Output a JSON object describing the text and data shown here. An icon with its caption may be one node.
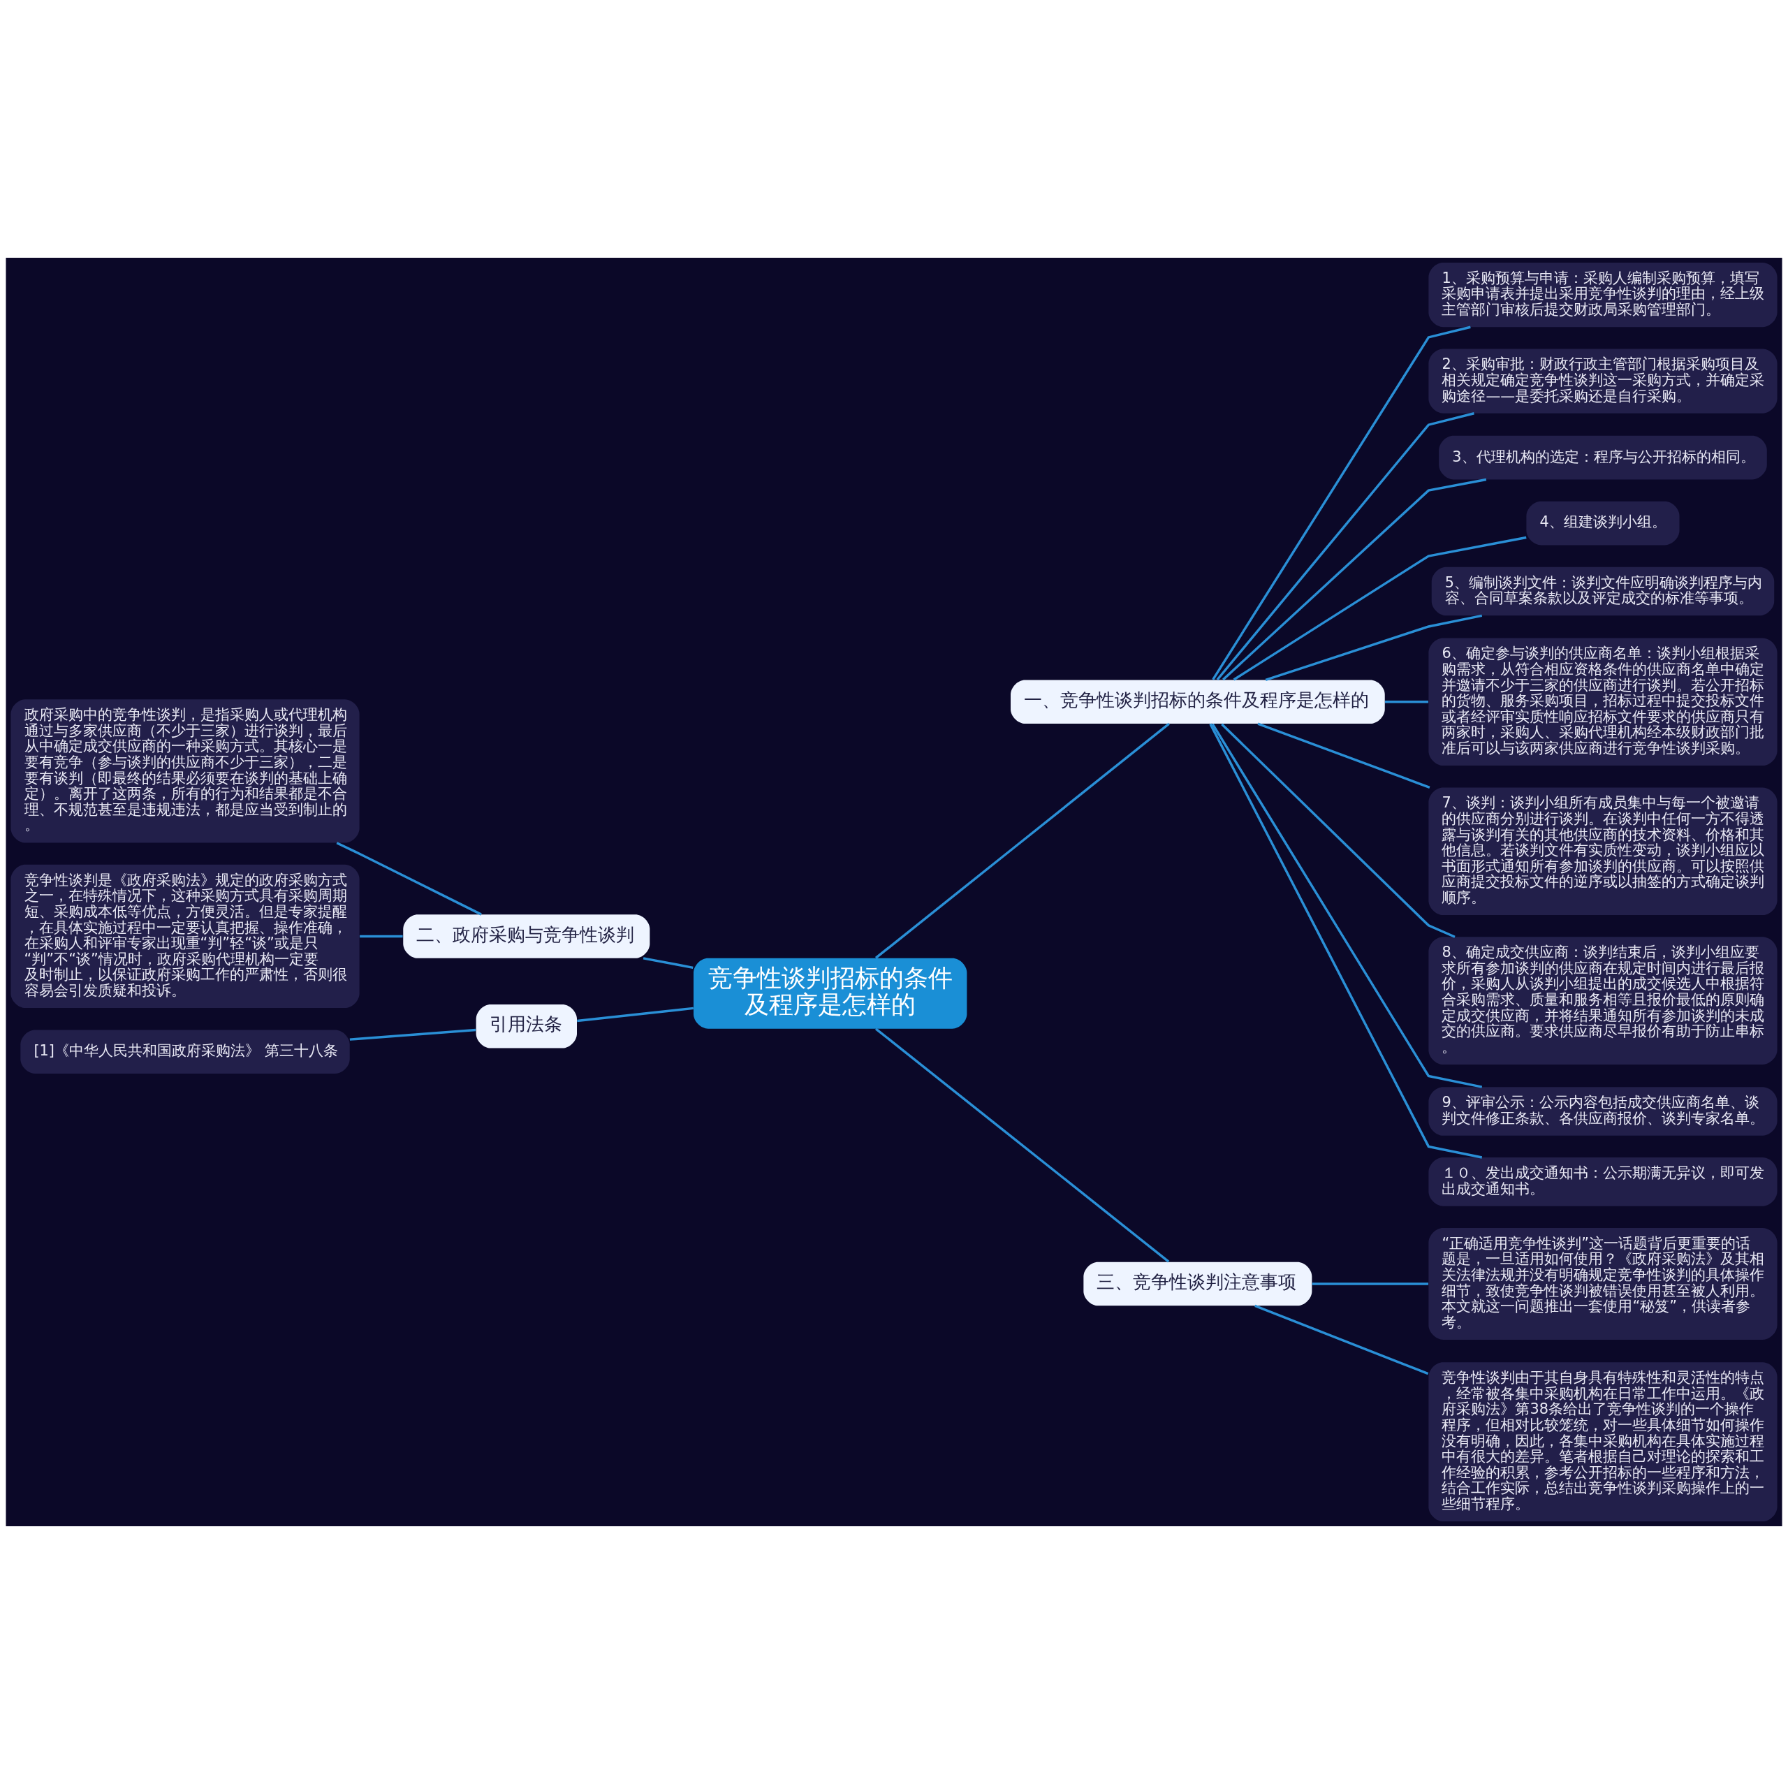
{
  "diagram": {
    "nodes": [
      {
        "text": [
          "竞争性谈判招标的条件及程序是怎样的"
        ]
      },
      {
        "text": [
          "二、政府采购与竞争性谈判"
        ]
      },
      {
        "text": [
          "政府采购中的竞争性谈判，是指采购人或代理机构通过与多家供应商（不少于三家）进行谈判，最后从中确定成交供应商的一种采购方式。其核心一是要有竞争（参与谈判的供应商不少于三家），二是要有谈判（即最终的结果必须要在谈判的基础上确定）。离开了这两条，所有的行为和结果都是不合理、不规范甚至是违规违法，都是应当受到制止的。"
        ]
      },
      {
        "text": [
          "竞争性谈判是《政府采购法》规定的政府采购方式之一，在特殊情况下，这种采购方式具有采购周期短、采购成本低等优点，方便灵活。但是专家提醒，在具体实施过程中一定要认真把握、操作准确，在采购人和评审专家出现重“判”轻“谈”或是只“判”不“谈”情况时，政府采购代理机构一定要及时制止，以保证政府采购工作的严肃性，否则很容易会引发质疑和投诉。"
        ]
      },
      {
        "text": [
          "引用法条"
        ]
      },
      {
        "text": [
          "[1]《中华人民共和国政府采购法》 第三十八条"
        ]
      },
      {
        "text": [
          "一、竞争性谈判招标的条件及程序是怎样的"
        ]
      },
      {
        "text": [
          "1、采购预算与申请：采购人编制采购预算，填写采购申请表并提出采用竞争性谈判的理由，经上级主管部门审核后提交财政局采购管理部门。"
        ]
      },
      {
        "text": [
          "2、采购审批：财政行政主管部门根据采购项目及相关规定确定竞争性谈判这一采购方式，并确定采购途径——是委托采购还是自行采购。"
        ]
      },
      {
        "text": [
          "3、代理机构的选定：程序与公开招标的相同。"
        ]
      },
      {
        "text": [
          "4、组建谈判小组。"
        ]
      },
      {
        "text": [
          "5、编制谈判文件：谈判文件应明确谈判程序与内容、合同草案条款以及评定成交的标准等事项。"
        ]
      },
      {
        "text": [
          "6、确定参与谈判的供应商名单：谈判小组根据采购需求，从符合相应资格条件的供应商名单中确定并邀请不少于三家的供应商进行谈判。若公开招标的货物、服务采购项目，招标过程中提交投标文件或者经评审实质性响应招标文件要求的供应商只有两家时，采购人、采购代理机构经本级财政部门批准后可以与该两家供应商进行竞争性谈判采购。"
        ]
      },
      {
        "text": [
          "7、谈判：谈判小组所有成员集中与每一个被邀请的供应商分别进行谈判。在谈判中任何一方不得透露与谈判有关的其他供应商的技术资料、价格和其他信息。若谈判文件有实质性变动，谈判小组应以书面形式通知所有参加谈判的供应商。可以按照供应商提交投标文件的逆序或以抽签的方式确定谈判顺序。"
        ]
      },
      {
        "text": [
          "8、确定成交供应商：谈判结束后，谈判小组应要求所有参加谈判的供应商在规定时间内进行最后报价，采购人从谈判小组提出的成交候选人中根据符合采购需求、质量和服务相等且报价最低的原则确定成交供应商，并将结果通知所有参加谈判的未成交的供应商。要求供应商尽早报价有助于防止串标。"
        ]
      },
      {
        "text": [
          "9、评审公示：公示内容包括成交供应商名单、谈判文件修正条款、各供应商报价、谈判专家名单。"
        ]
      },
      {
        "text": [
          "１０、发出成交通知书：公示期满无异议，即可发出成交通知书。"
        ]
      },
      {
        "text": [
          "三、竞争性谈判注意事项"
        ]
      },
      {
        "text": [
          "“正确适用竞争性谈判”这一话题背后更重要的话题是，一旦适用如何使用？《政府采购法》及其相关法律法规并没有明确规定竞争性谈判的具体操作细节，致使竞争性谈判被错误使用甚至被人利用。本文就这一问题推出一套使用“秘笈”，供读者参考。"
        ]
      },
      {
        "text": [
          "竞争性谈判由于其自身具有特殊性和灵活性的特点，经常被各集中采购机构在日常工作中运用。《政府采购法》第38条给出了竞争性谈判的一个操作程序，但相对比较笼统，对一些具体细节如何操作没有明确，因此，各集中采购机构在具体实施过程中有很大的差异。笔者根据自己对理论的探索和工作经验的积累，参考公开招标的一些程序和方法，结合工作实际，总结出竞争性谈判采购操作上的一些细节程序。"
        ]
      }
    ],
    "edges": [
      {
        "from": 0,
        "to": 1,
        "arrow": "none"
      },
      {
        "from": 1,
        "to": 2,
        "arrow": "none"
      },
      {
        "from": 1,
        "to": 3,
        "arrow": "none"
      },
      {
        "from": 0,
        "to": 4,
        "arrow": "none"
      },
      {
        "from": 4,
        "to": 5,
        "arrow": "none"
      },
      {
        "from": 0,
        "to": 6,
        "arrow": "none"
      },
      {
        "from": 6,
        "to": 7,
        "arrow": "none"
      },
      {
        "from": 6,
        "to": 8,
        "arrow": "none"
      },
      {
        "from": 6,
        "to": 9,
        "arrow": "none"
      },
      {
        "from": 6,
        "to": 10,
        "arrow": "none"
      },
      {
        "from": 6,
        "to": 11,
        "arrow": "none"
      },
      {
        "from": 6,
        "to": 12,
        "arrow": "none"
      },
      {
        "from": 6,
        "to": 13,
        "arrow": "none"
      },
      {
        "from": 6,
        "to": 14,
        "arrow": "none"
      },
      {
        "from": 6,
        "to": 15,
        "arrow": "none"
      },
      {
        "from": 6,
        "to": 16,
        "arrow": "none"
      },
      {
        "from": 0,
        "to": 17,
        "arrow": "none"
      },
      {
        "from": 17,
        "to": 18,
        "arrow": "none"
      },
      {
        "from": 17,
        "to": 19,
        "arrow": "none"
      }
    ]
  }
}
